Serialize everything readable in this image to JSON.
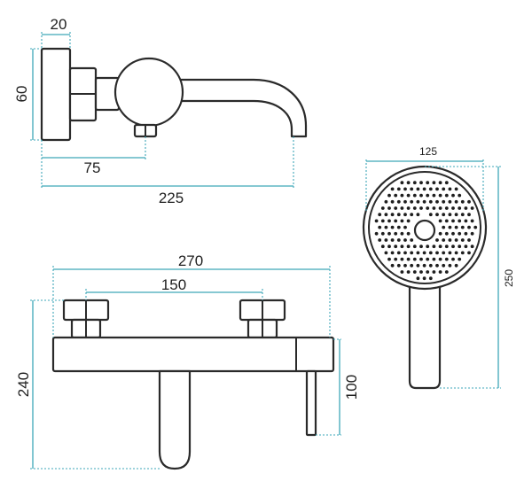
{
  "dimensions": {
    "spout_width": "20",
    "spout_height": "60",
    "spout_outlet": "75",
    "spout_length": "225",
    "mixer_width": "270",
    "mixer_spacing": "150",
    "mixer_height": "240",
    "mixer_outlet": "100",
    "shower_head_width": "125",
    "shower_length": "250"
  },
  "colors": {
    "outline": "#2a2a2a",
    "dimension_line": "#3ea7b8",
    "text": "#1e1e1e"
  }
}
